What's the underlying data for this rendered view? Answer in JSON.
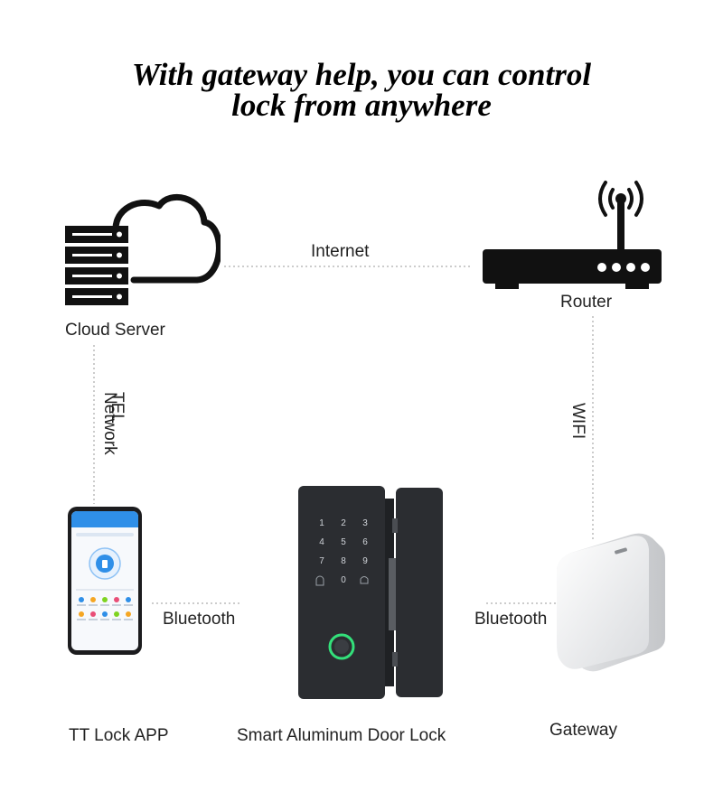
{
  "title": {
    "line1": "With gateway help, you can control",
    "line2": "lock from anywhere"
  },
  "nodes": {
    "cloud_server": "Cloud Server",
    "router": "Router",
    "tt_lock_app": "TT Lock APP",
    "door_lock": "Smart Aluminum Door Lock",
    "gateway": "Gateway"
  },
  "links": {
    "internet": "Internet",
    "tel_network_1": "TEL",
    "tel_network_2": "Network",
    "wifi": "WIFI",
    "bluetooth_left": "Bluetooth",
    "bluetooth_right": "Bluetooth"
  },
  "keypad": [
    "1",
    "2",
    "3",
    "4",
    "5",
    "6",
    "7",
    "8",
    "9",
    "0"
  ],
  "icons": [
    "cloud-server-icon",
    "router-icon",
    "smartphone-icon",
    "door-lock-icon",
    "gateway-icon"
  ],
  "colors": {
    "line": "#9a9a9a",
    "lock_body": "#2b2d31",
    "fingerprint_ring": "#33e07a",
    "phone_blue": "#2f8fe8"
  }
}
